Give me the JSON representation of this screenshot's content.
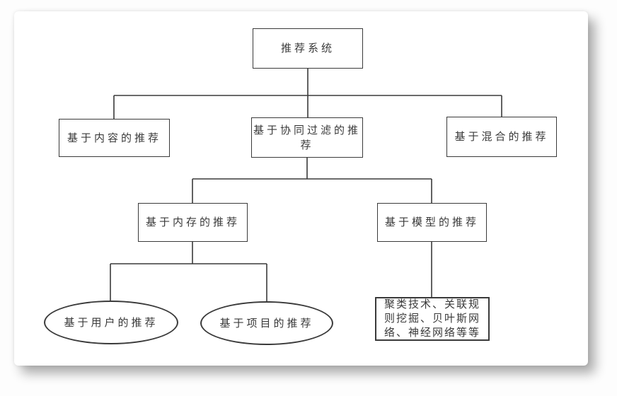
{
  "canvas": {
    "card_background": "#ffffff",
    "line_color": "#3a3a3a",
    "text_color": "#3a3a3a"
  },
  "nodes": {
    "root": {
      "label": "推荐系统"
    },
    "content": {
      "label": "基于内容的推荐"
    },
    "collab": {
      "label": "基于协同过滤的推\n荐"
    },
    "hybrid": {
      "label": "基于混合的推荐"
    },
    "memory": {
      "label": "基于内存的推荐"
    },
    "model": {
      "label": "基于模型的推荐"
    },
    "user_based": {
      "label": "基于用户的推荐"
    },
    "item_based": {
      "label": "基于项目的推荐"
    },
    "model_techniques": {
      "label": "聚类技术、关联规\n则挖掘、贝叶斯网\n络、神经网络等等"
    }
  }
}
